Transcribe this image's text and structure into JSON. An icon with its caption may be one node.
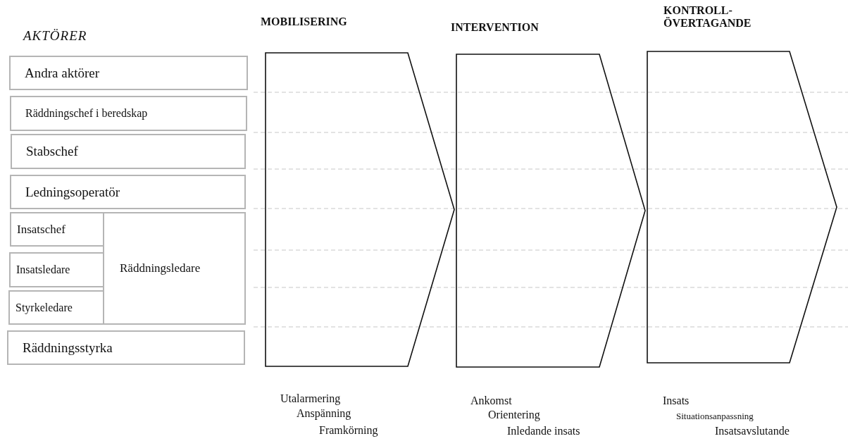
{
  "diagram": {
    "title": "AKTÖRER",
    "nodes": [
      {
        "text": [
          "Andra aktörer"
        ]
      },
      {
        "text": [
          "Räddningschef i beredskap"
        ]
      },
      {
        "text": [
          "Stabschef"
        ]
      },
      {
        "text": [
          "Ledningsoperatör"
        ]
      },
      {
        "text": [
          "Insatschef"
        ]
      },
      {
        "text": [
          "Insatsledare"
        ]
      },
      {
        "text": [
          "Styrkeledare"
        ]
      },
      {
        "text": [
          "Räddningsledare"
        ]
      },
      {
        "text": [
          "Räddningsstyrka"
        ]
      },
      {
        "text": [
          "MOBILISERING"
        ],
        "beside": [
          "Utalarmering",
          "Anspänning",
          "Framkörning"
        ]
      },
      {
        "text": [
          "INTERVENTION"
        ],
        "beside": [
          "Ankomst",
          "Orientering",
          "Inledande insats"
        ]
      },
      {
        "text": [
          "KONTROLL- ÖVERTAGANDE"
        ],
        "beside": [
          "Insats",
          "Situationsanpassning",
          "Insatsavslutande"
        ]
      }
    ]
  }
}
